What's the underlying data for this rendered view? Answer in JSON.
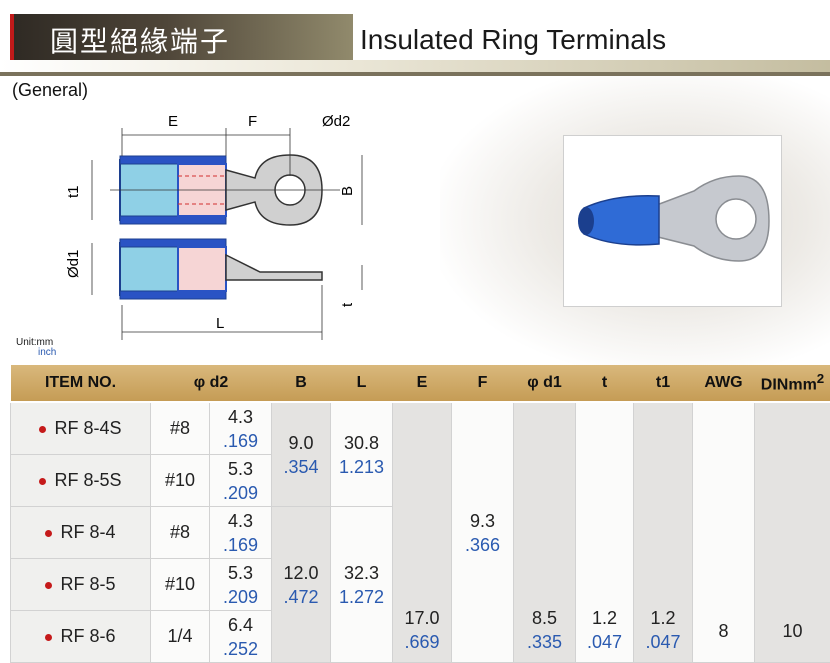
{
  "header": {
    "title_zh": "圓型絕緣端子",
    "title_en": "Insulated Ring Terminals",
    "subtitle": "(General)"
  },
  "drawing": {
    "label_e": "E",
    "label_f": "F",
    "label_d2": "Ød2",
    "label_t1": "t1",
    "label_b": "B",
    "label_d1": "Ød1",
    "label_t": "t",
    "label_l": "L"
  },
  "unit": {
    "mm": "Unit:mm",
    "inch": "inch"
  },
  "table": {
    "headers": {
      "item": "ITEM NO.",
      "d2": "φ d2",
      "b": "B",
      "l": "L",
      "e": "E",
      "f": "F",
      "d1": "φ d1",
      "t": "t",
      "t1": "t1",
      "awg": "AWG",
      "din": "DINmm",
      "din_sup": "2"
    },
    "rows": [
      {
        "item": "RF 8-4S",
        "screw": "#8",
        "d2_mm": "4.3",
        "d2_in": ".169"
      },
      {
        "item": "RF 8-5S",
        "screw": "#10",
        "d2_mm": "5.3",
        "d2_in": ".209"
      },
      {
        "item": "RF 8-4",
        "screw": "#8",
        "d2_mm": "4.3",
        "d2_in": ".169"
      },
      {
        "item": "RF 8-5",
        "screw": "#10",
        "d2_mm": "5.3",
        "d2_in": ".209"
      },
      {
        "item": "RF 8-6",
        "screw": "1/4",
        "d2_mm": "6.4",
        "d2_in": ".252"
      }
    ],
    "group_s": {
      "b_mm": "9.0",
      "b_in": ".354",
      "l_mm": "30.8",
      "l_in": "1.213"
    },
    "group_std": {
      "b_mm": "12.0",
      "b_in": ".472",
      "l_mm": "32.3",
      "l_in": "1.272"
    },
    "common": {
      "e_mm": "17.0",
      "e_in": ".669",
      "f_mm": "9.3",
      "f_in": ".366",
      "d1_mm": "8.5",
      "d1_in": ".335",
      "t_mm": "1.2",
      "t_in": ".047",
      "t1_mm": "1.2",
      "t1_in": ".047",
      "awg": "8",
      "din": "10"
    }
  }
}
